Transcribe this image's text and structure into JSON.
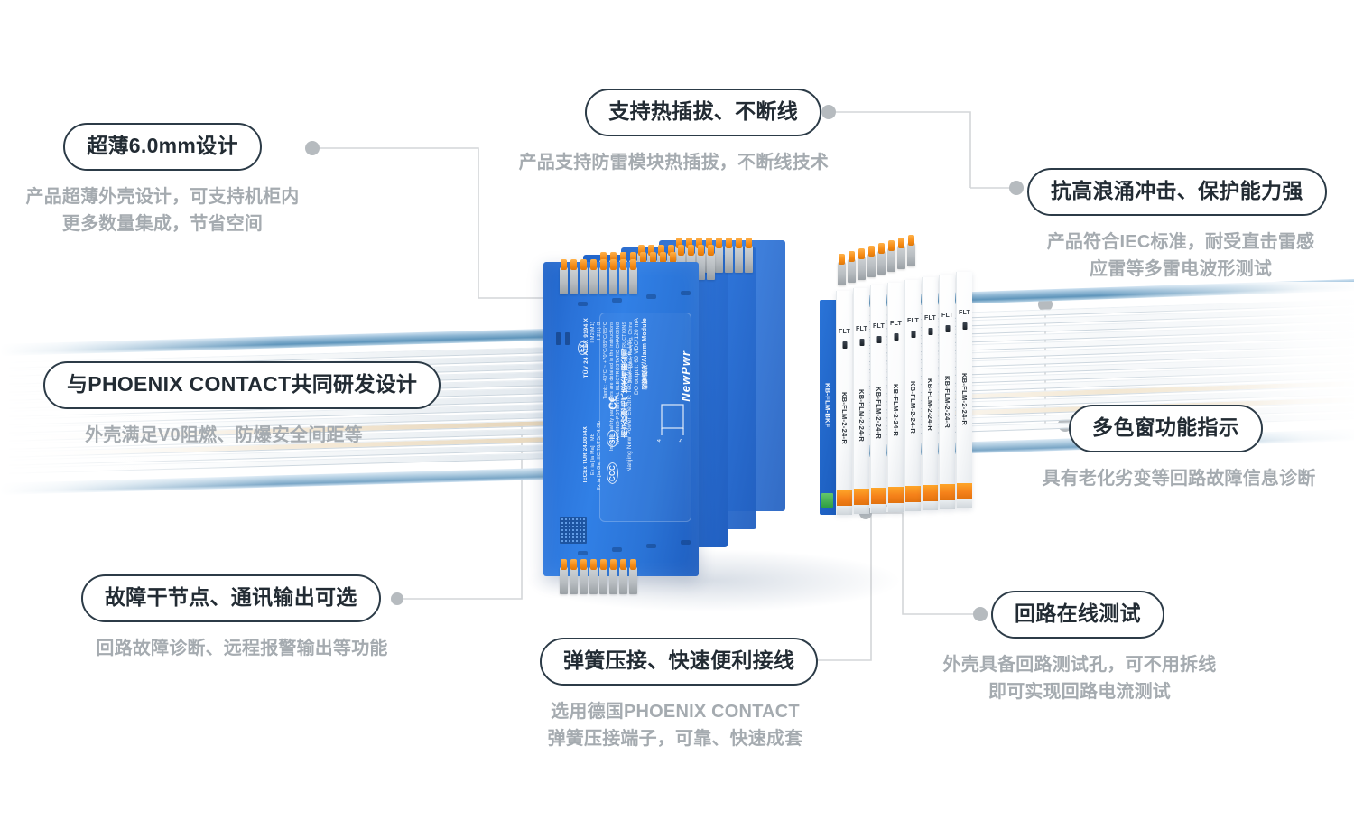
{
  "page": {
    "background": "#ffffff",
    "pill_border_color": "#2c3b47",
    "pill_text_color": "#222b33",
    "desc_text_color": "#a5abb0",
    "connector_color": "#d4d6d8",
    "dot_color": "#b6bbbf",
    "accent_blue": "#2a72d8",
    "accent_orange": "#f5811a",
    "accent_green": "#2e9e42"
  },
  "callouts": [
    {
      "id": "ultra-thin",
      "title": "超薄6.0mm设计",
      "desc": "产品超薄外壳设计，可支持机柜内\n更多数量集成，节省空间"
    },
    {
      "id": "hot-swap",
      "title": "支持热插拔、不断线",
      "desc": "产品支持防雷模块热插拔，不断线技术"
    },
    {
      "id": "surge",
      "title": "抗高浪涌冲击、保护能力强",
      "desc": "产品符合IEC标准，耐受直击雷感\n应雷等多雷电波形测试"
    },
    {
      "id": "phoenix-codev",
      "title": "与PHOENIX CONTACT共同研发设计",
      "desc": "外壳满足V0阻燃、防爆安全间距等"
    },
    {
      "id": "multicolor-window",
      "title": "多色窗功能指示",
      "desc": "具有老化劣变等回路故障信息诊断"
    },
    {
      "id": "dry-contact",
      "title": "故障干节点、通讯输出可选",
      "desc": "回路故障诊断、远程报警输出等功能"
    },
    {
      "id": "spring-clamp",
      "title": "弹簧压接、快速便利接线",
      "desc": "选用德国PHOENIX CONTACT\n弹簧压接端子，可靠、快速成套"
    },
    {
      "id": "loop-test",
      "title": "回路在线测试",
      "desc": "外壳具备回路测试孔，可不用拆线\n即可实现回路电流测试"
    }
  ],
  "product": {
    "brand": "NewPwr",
    "blue_module_labels": {
      "line_type_cert": "TÜV 24 ATEX 9194 X",
      "line_iecex": "IECEx TUR 24.0074X",
      "line_marking_1": "II 2(1) G",
      "line_marking_2": "I M2(M1)",
      "line_ex_1": "Ex ia [ia Ma] I Mb",
      "line_ex_2": "Ex ia [ia Ga] IIC T6/T5/T4 Gb",
      "line_temp": "Tamb: -40°C ~ +70°C/85°C/85°C",
      "line_isp": "Intrinsic safety parameters are detailed in the instructions",
      "line_warn_1": "WARNING-POTENTIAL ELECTROSTATIC CHARGING",
      "line_warn_2": "HAZARD-SEE INSTRUCTIONS",
      "line_addr": "Jinon Road, Nanjing, China",
      "line_module_name": "报警模块/Alarm Module",
      "line_output": "DO output: 60 VDC/120 mA",
      "line_company_cn": "南京欣德电气技术有限公司",
      "line_company_en": "Nanjing New Power Electric Technology Co.,Ltd",
      "marks": [
        "CE",
        "SIL",
        "CCC",
        "Ex"
      ],
      "terminal_numbers": [
        "5",
        "4"
      ]
    },
    "white_modules": {
      "indicator_label": "FLT",
      "part_number": "KB-FLM-2-24-R",
      "carrier_part_number": "KB-FLM-BKF",
      "count": 8
    }
  }
}
